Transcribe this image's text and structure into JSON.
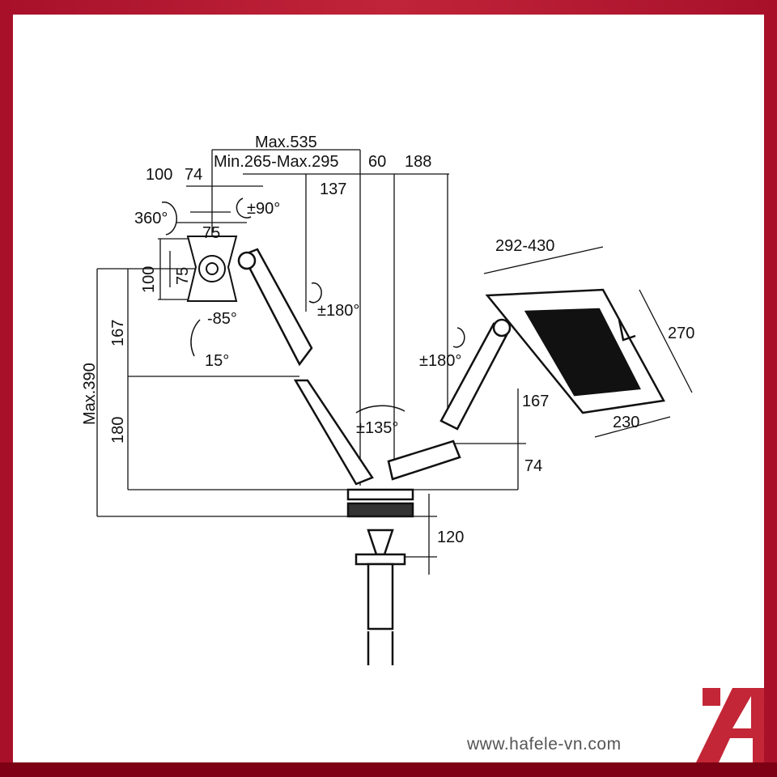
{
  "dimensions": {
    "max_reach": "Max.535",
    "arm_range": "Min.265-Max.295",
    "offset_60": "60",
    "offset_188": "188",
    "offset_100": "100",
    "offset_74": "74",
    "offset_137": "137",
    "vesa_75_h": "75",
    "vesa_100_v": "100",
    "vesa_75_v": "75",
    "height_167_left": "167",
    "height_180": "180",
    "max_height": "Max.390",
    "tray_width": "292-430",
    "tray_depth": "270",
    "tray_bottom": "230",
    "height_167_right": "167",
    "height_74": "74",
    "clamp_120": "120"
  },
  "angles": {
    "rotate_360": "360°",
    "swivel_90": "±90°",
    "tilt_down": "-85°",
    "tilt_up": "15°",
    "swivel_left": "±180°",
    "swivel_right": "±180°",
    "base_135": "±135°"
  },
  "footer": {
    "website": "www.hafele-vn.com"
  },
  "colors": {
    "brand_red": "#c32636",
    "frame_dark": "#7d0014"
  }
}
